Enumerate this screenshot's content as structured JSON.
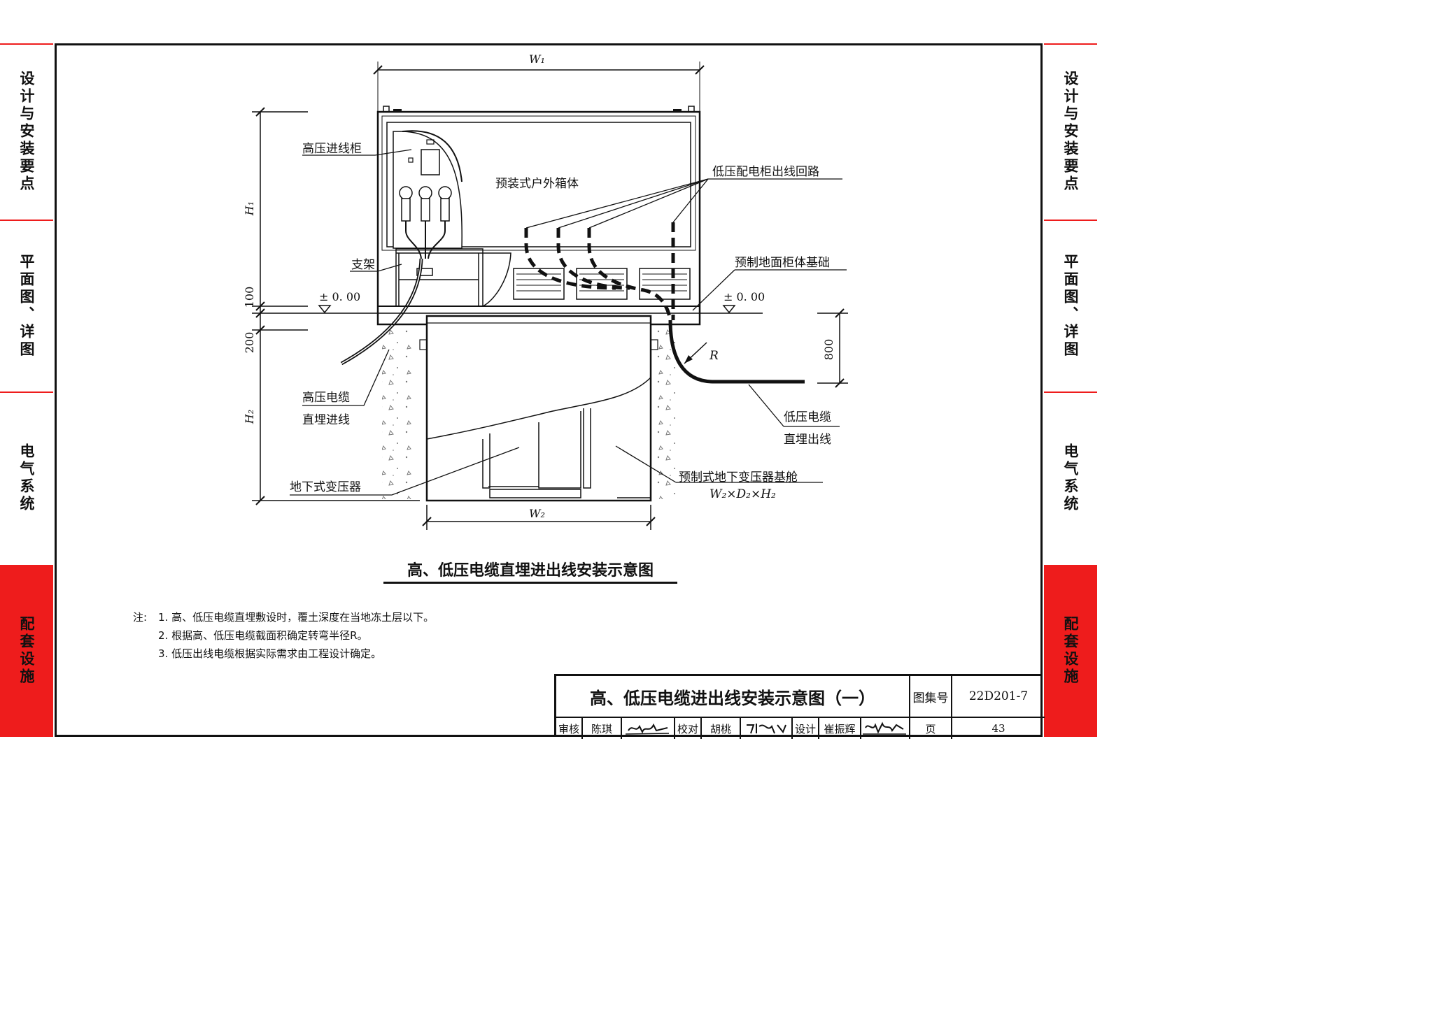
{
  "side_tabs": [
    {
      "label": "设计与安装要点",
      "active": false
    },
    {
      "label": "平面图、详图",
      "active": false
    },
    {
      "label": "电气系统",
      "active": false
    },
    {
      "label": "配套设施",
      "active": true
    }
  ],
  "diagram": {
    "caption": "高、低压电缆直埋进出线安装示意图",
    "labels": {
      "hv_cabinet": "高压进线柜",
      "enclosure": "预装式户外箱体",
      "lv_circuits": "低压配电柜出线回路",
      "bracket": "支架",
      "foundation": "预制地面柜体基础",
      "zero_left": "± 0. 00",
      "zero_right": "± 0. 00",
      "hv_cable_1": "高压电缆",
      "hv_cable_2": "直埋进线",
      "lv_cable_1": "低压电缆",
      "lv_cable_2": "直埋出线",
      "transformer": "地下式变压器",
      "base_pit": "预制式地下变压器基舱",
      "base_pit_dims": "W₂×D₂×H₂",
      "radius": "R"
    },
    "dimensions": {
      "w1": "W₁",
      "w2": "W₂",
      "h1": "H₁",
      "h2": "H₂",
      "d100": "100",
      "d200": "200",
      "d800": "800"
    }
  },
  "notes": {
    "prefix": "注:",
    "items": [
      "1.  高、低压电缆直埋敷设时，覆土深度在当地冻土层以下。",
      "2.  根据高、低压电缆截面积确定转弯半径R。",
      "3.  低压出线电缆根据实际需求由工程设计确定。"
    ]
  },
  "title_block": {
    "title": "高、低压电缆进出线安装示意图（一）",
    "atlas_label": "图集号",
    "atlas_no": "22D201-7",
    "review_label": "审核",
    "reviewer": "陈琪",
    "check_label": "校对",
    "checker": "胡桃",
    "design_label": "设计",
    "designer": "崔振辉",
    "page_label": "页",
    "page_no": "43"
  }
}
